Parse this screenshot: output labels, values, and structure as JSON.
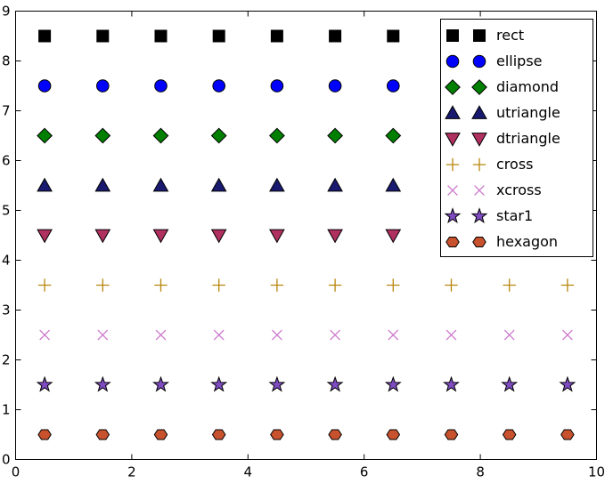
{
  "figure": {
    "background": "#ffffff",
    "axes_color": "#000000",
    "tick_color": "#000000"
  },
  "chart_data": {
    "type": "scatter",
    "title": "",
    "xlabel": "",
    "ylabel": "",
    "xlim": [
      0,
      10
    ],
    "ylim": [
      0,
      9
    ],
    "xticks": [
      0,
      2,
      4,
      6,
      8,
      10
    ],
    "yticks": [
      0,
      1,
      2,
      3,
      4,
      5,
      6,
      7,
      8,
      9
    ],
    "grid": false,
    "x": [
      0.5,
      1.5,
      2.5,
      3.5,
      4.5,
      5.5,
      6.5,
      7.5,
      8.5,
      9.5
    ],
    "series": [
      {
        "name": "rect",
        "y": 8.5,
        "marker": "square",
        "fill": "#000000",
        "edge": "#000000"
      },
      {
        "name": "ellipse",
        "y": 7.5,
        "marker": "circle",
        "fill": "#0000ff",
        "edge": "#000000"
      },
      {
        "name": "diamond",
        "y": 6.5,
        "marker": "diamond",
        "fill": "#007f00",
        "edge": "#000000"
      },
      {
        "name": "utriangle",
        "y": 5.5,
        "marker": "triangle-up",
        "fill": "#191970",
        "edge": "#000000"
      },
      {
        "name": "dtriangle",
        "y": 4.5,
        "marker": "triangle-down",
        "fill": "#b03060",
        "edge": "#000000"
      },
      {
        "name": "cross",
        "y": 3.5,
        "marker": "plus",
        "fill": "none",
        "edge": "#b8860b"
      },
      {
        "name": "xcross",
        "y": 2.5,
        "marker": "x",
        "fill": "none",
        "edge": "#cc77cc"
      },
      {
        "name": "star1",
        "y": 1.5,
        "marker": "star",
        "fill": "#7e4bc0",
        "edge": "#000000"
      },
      {
        "name": "hexagon",
        "y": 0.5,
        "marker": "hexagon",
        "fill": "#c8522e",
        "edge": "#000000"
      }
    ],
    "legend": {
      "position": "upper right",
      "numpoints": 2,
      "entries": [
        "rect",
        "ellipse",
        "diamond",
        "utriangle",
        "dtriangle",
        "cross",
        "xcross",
        "star1",
        "hexagon"
      ]
    }
  }
}
